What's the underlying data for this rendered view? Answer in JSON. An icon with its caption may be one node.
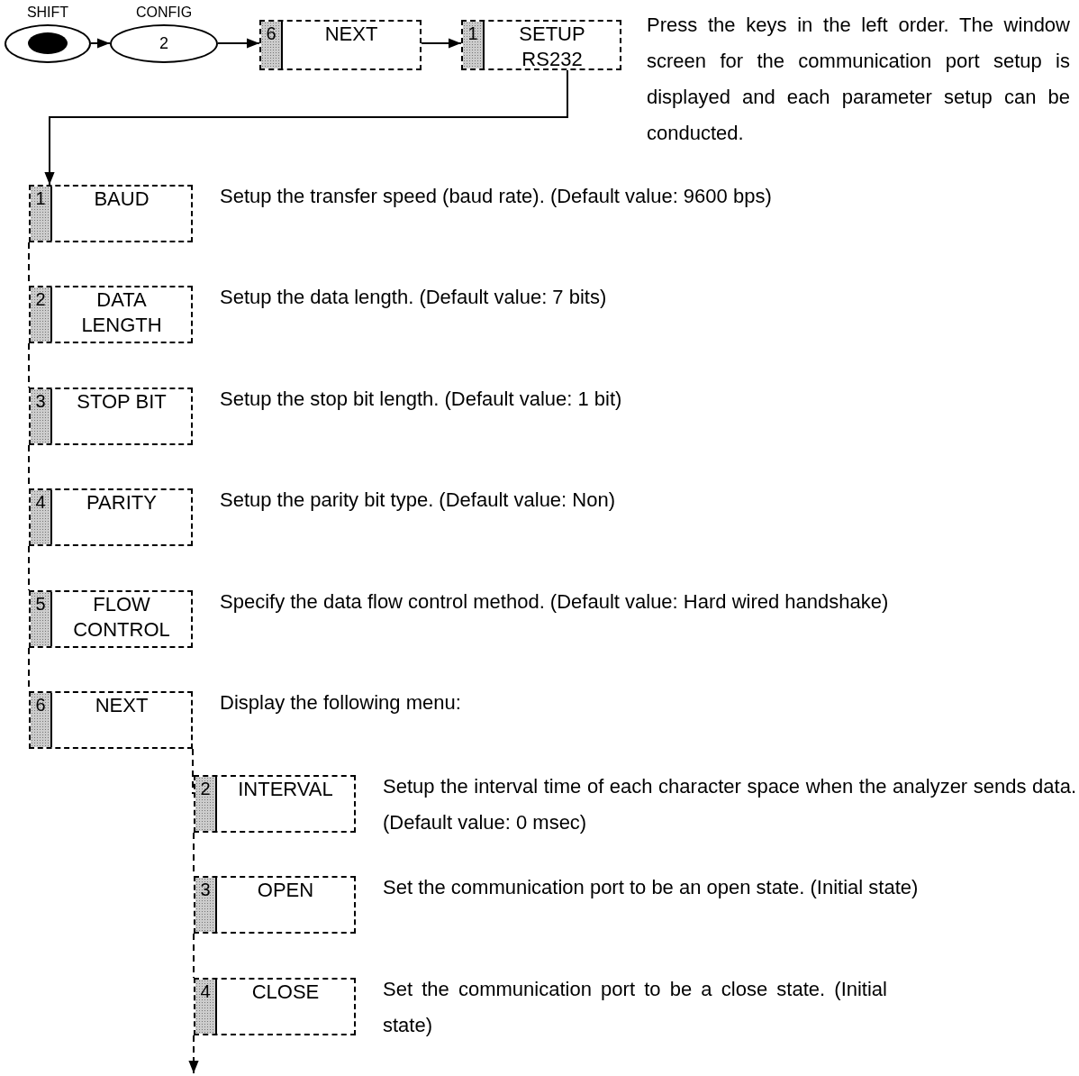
{
  "diagram": {
    "nodes": [
      {
        "text": [
          "SHIFT"
        ]
      },
      {
        "text": [
          "CONFIG",
          "2"
        ]
      },
      {
        "text": [
          "6",
          "NEXT"
        ]
      },
      {
        "text": [
          "1",
          "SETUP RS232"
        ]
      },
      {
        "text": [
          "1",
          "BAUD"
        ],
        "beside": [
          "Setup the transfer speed (baud rate). (Default value: 9600 bps)"
        ]
      },
      {
        "text": [
          "2",
          "DATA LENGTH"
        ],
        "beside": [
          "Setup the data length. (Default value: 7 bits)"
        ]
      },
      {
        "text": [
          "3",
          "STOP BIT"
        ],
        "beside": [
          "Setup the stop bit length. (Default value: 1 bit)"
        ]
      },
      {
        "text": [
          "4",
          "PARITY"
        ],
        "beside": [
          "Setup the parity bit type. (Default value: Non)"
        ]
      },
      {
        "text": [
          "5",
          "FLOW CONTROL"
        ],
        "beside": [
          "Specify the data flow control method. (Default value: Hard wired handshake)"
        ]
      },
      {
        "text": [
          "6",
          "NEXT"
        ],
        "beside": [
          "Display the following menu:"
        ]
      },
      {
        "text": [
          "2",
          "INTERVAL"
        ],
        "beside": [
          "Setup the interval time of each character space when the analyzer sends data. (Default value: 0 msec)"
        ]
      },
      {
        "text": [
          "3",
          "OPEN"
        ],
        "beside": [
          "Set the communication port to be an open state. (Initial state)"
        ]
      },
      {
        "text": [
          "4",
          "CLOSE"
        ],
        "beside": [
          "Set the communication port to be a close state. (Initial state)"
        ]
      }
    ],
    "edges": [
      {
        "from": 0,
        "to": 1,
        "arrow": "to"
      },
      {
        "from": 1,
        "to": 2,
        "arrow": "to"
      },
      {
        "from": 2,
        "to": 3,
        "arrow": "to"
      },
      {
        "from": 3,
        "to": 4,
        "arrow": "to"
      },
      {
        "from": 4,
        "to": 5,
        "arrow": "none",
        "style": "dashed"
      },
      {
        "from": 5,
        "to": 6,
        "arrow": "none",
        "style": "dashed"
      },
      {
        "from": 6,
        "to": 7,
        "arrow": "none",
        "style": "dashed"
      },
      {
        "from": 7,
        "to": 8,
        "arrow": "none",
        "style": "dashed"
      },
      {
        "from": 8,
        "to": 9,
        "arrow": "none",
        "style": "dashed"
      },
      {
        "from": 9,
        "to": 10,
        "arrow": "none",
        "style": "dashed"
      },
      {
        "from": 10,
        "to": 11,
        "arrow": "none",
        "style": "dashed"
      },
      {
        "from": 11,
        "to": 12,
        "arrow": "none",
        "style": "dashed"
      },
      {
        "from": 12,
        "to": null,
        "arrow": "to",
        "style": "dashed"
      }
    ],
    "labels": [
      "Press the keys in the left order. The window screen for the communication port setup is displayed and each parameter setup can be conducted."
    ]
  }
}
